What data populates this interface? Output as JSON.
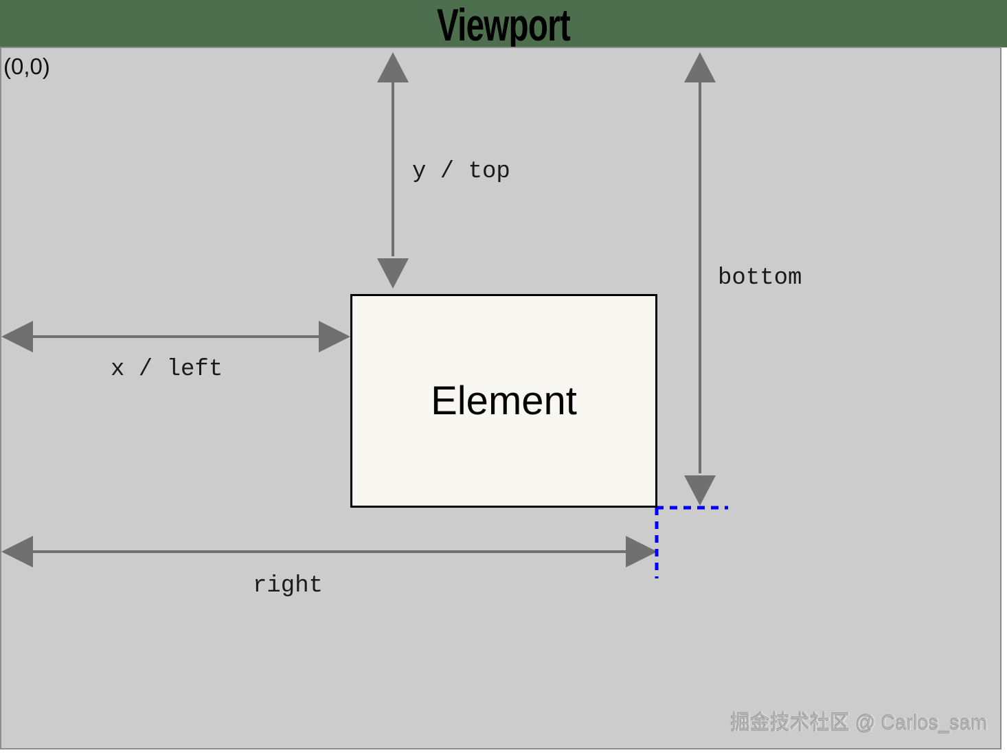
{
  "header": {
    "title": "Viewport",
    "band_color": "#4d6f4d",
    "title_color": "#000000"
  },
  "viewport": {
    "name": "Viewport",
    "origin_label": "(0,0)",
    "fill_color": "#cccccc",
    "border_color": "#8c8c8c"
  },
  "element": {
    "label": "Element",
    "fill_color": "#f9f7f1",
    "border_color": "#000000"
  },
  "measurements": [
    {
      "id": "y-top",
      "label": "y / top",
      "description": "vertical distance from viewport top edge to element top edge",
      "orientation": "vertical",
      "arrow_style": "double-headed"
    },
    {
      "id": "x-left",
      "label": "x / left",
      "description": "horizontal distance from viewport left edge to element left edge",
      "orientation": "horizontal",
      "arrow_style": "double-headed"
    },
    {
      "id": "bottom",
      "label": "bottom",
      "description": "vertical distance from viewport top edge to element bottom edge",
      "orientation": "vertical",
      "arrow_style": "double-headed"
    },
    {
      "id": "right",
      "label": "right",
      "description": "horizontal distance from viewport left edge to element right edge",
      "orientation": "horizontal",
      "arrow_style": "double-headed"
    }
  ],
  "guides": {
    "color": "#0000ff",
    "style": "dashed",
    "description": "dashed guide lines extending from the element bottom-right corner"
  },
  "arrows": {
    "color": "#707070"
  },
  "watermark": {
    "text": "掘金技术社区 @ Carlos_sam",
    "color": "#b9b9b9"
  }
}
